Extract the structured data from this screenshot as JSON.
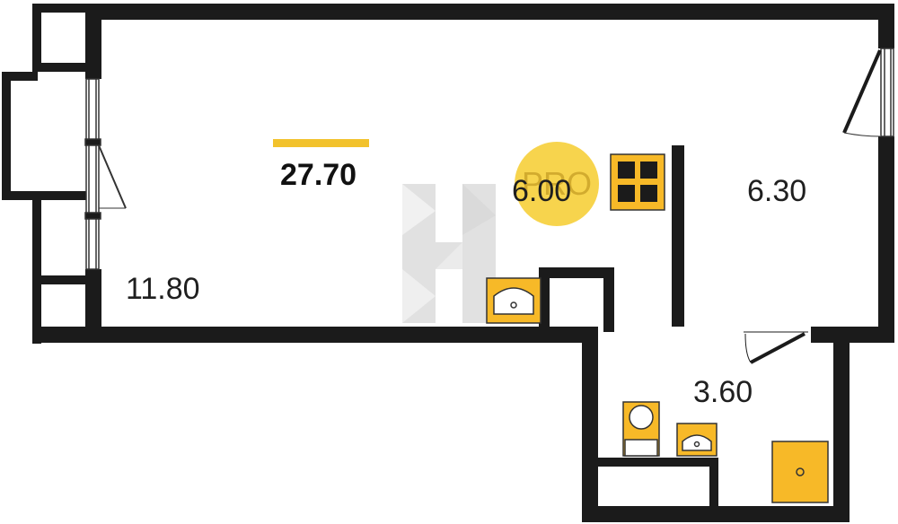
{
  "plan": {
    "total_area": "27.70",
    "room_areas": {
      "living": "11.80",
      "kitchen": "6.00",
      "hall": "6.30",
      "bathroom": "3.60"
    },
    "watermark_text": "PRO"
  },
  "colors": {
    "wall": "#1b1b1b",
    "fixture_fill": "#f7b928",
    "fixture_stroke": "#333333",
    "accent_bar": "#f2c22c",
    "watermark_circle": "#f6cf3a",
    "watermark_logo": "#c9c9c9"
  }
}
